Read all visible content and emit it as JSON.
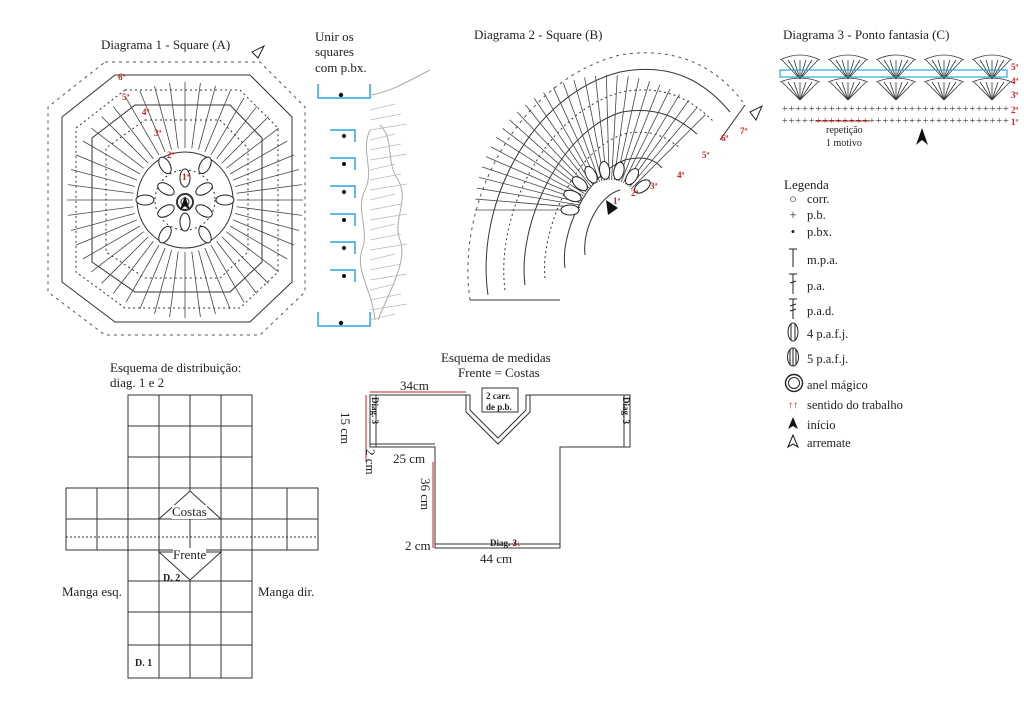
{
  "diagram1": {
    "title": "Diagrama 1 - Square (A)",
    "join_note": [
      "Unir os",
      "squares",
      "com p.bx."
    ],
    "rounds": [
      "1ª",
      "2ª",
      "3ª",
      "4ª",
      "5ª",
      "6ª"
    ]
  },
  "diagram2": {
    "title": "Diagrama 2 - Square (B)",
    "rounds": [
      "1ª",
      "2ª",
      "3ª",
      "4ª",
      "5ª",
      "6ª",
      "7ª"
    ]
  },
  "diagram3": {
    "title": "Diagrama 3 - Ponto fantasia (C)",
    "rows": [
      "5ª",
      "4ª",
      "3ª",
      "2ª",
      "1ª"
    ],
    "repeat_label": [
      "repetição",
      "1 motivo"
    ]
  },
  "legend": {
    "title": "Legenda",
    "items": [
      {
        "symbol": "ring-icon",
        "label": "corr."
      },
      {
        "symbol": "plus-icon",
        "label": "p.b."
      },
      {
        "symbol": "dot-icon",
        "label": "p.bx."
      },
      {
        "symbol": "mpa-icon",
        "label": "m.p.a."
      },
      {
        "symbol": "pa-icon",
        "label": "p.a."
      },
      {
        "symbol": "pad-icon",
        "label": "p.a.d."
      },
      {
        "symbol": "cluster4-icon",
        "label": "4 p.a.f.j."
      },
      {
        "symbol": "cluster5-icon",
        "label": "5 p.a.f.j."
      },
      {
        "symbol": "magic-ring-icon",
        "label": "anel mágico"
      },
      {
        "symbol": "arrows-icon",
        "label": "sentido do trabalho"
      },
      {
        "symbol": "start-icon",
        "label": "início"
      },
      {
        "symbol": "finish-icon",
        "label": "arremate"
      }
    ]
  },
  "distribution": {
    "title": [
      "Esquema de distribuição:",
      "diag. 1 e 2"
    ],
    "labels": {
      "back": "Costas",
      "front": "Frente",
      "d2": "D. 2",
      "d1": "D. 1",
      "left_sleeve": "Manga esq.",
      "right_sleeve": "Manga dir."
    }
  },
  "measures": {
    "title": [
      "Esquema de medidas",
      "Frente = Costas"
    ],
    "labels": {
      "w34": "34cm",
      "h15": "15 cm",
      "h2top": "2 cm",
      "w25": "25 cm",
      "h36": "36 cm",
      "h2bottom": "2 cm",
      "w44": "44 cm",
      "neck": [
        "2 carr.",
        "de p.b."
      ],
      "diag3": "Diag. 3"
    }
  },
  "colors": {
    "accent_red": "#d21e1e",
    "accent_blue": "#29a8df",
    "line": "#333333"
  }
}
